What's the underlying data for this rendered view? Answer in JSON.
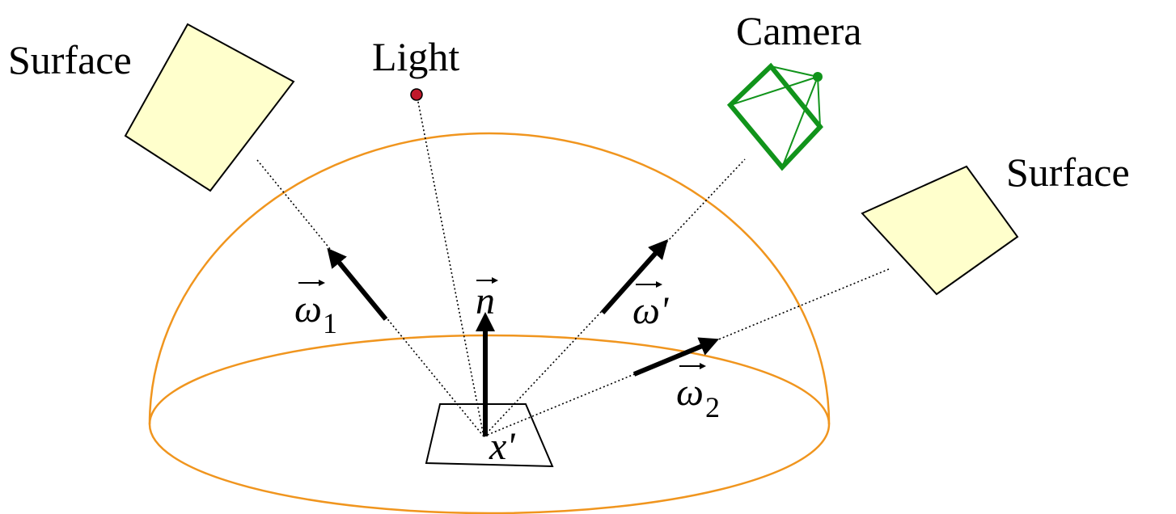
{
  "labels": {
    "surface_left": "Surface",
    "surface_right": "Surface",
    "light": "Light",
    "camera": "Camera"
  },
  "math": {
    "normal": "n",
    "omega_1": "ω",
    "omega_1_sub": "1",
    "omega_prime": "ω'",
    "omega_2": "ω",
    "omega_2_sub": "2",
    "point": "x'"
  },
  "colors": {
    "hemisphere": "#f0951e",
    "surface_fill": "#ffffcc",
    "camera": "#11941b",
    "light": "#c0182a"
  }
}
